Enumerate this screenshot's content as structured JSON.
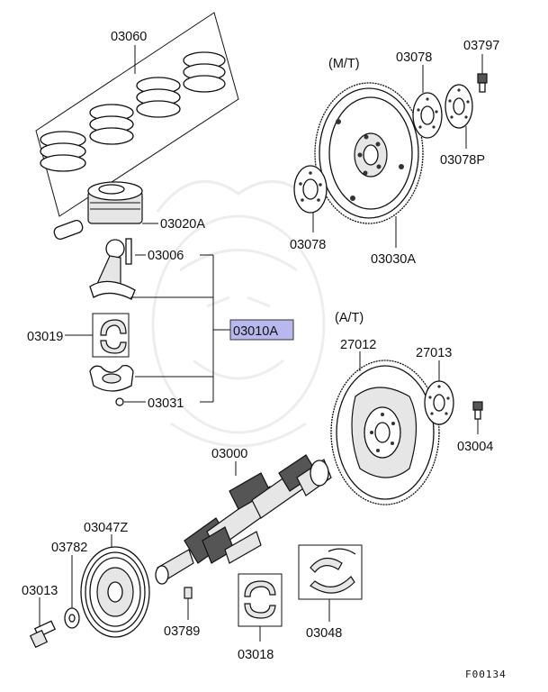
{
  "diagram": {
    "labels": {
      "p03060": "03060",
      "p03020a": "03020A",
      "p03006": "03006",
      "p03019": "03019",
      "p03010a": "03010A",
      "p03031": "03031",
      "p03000": "03000",
      "p03047z": "03047Z",
      "p03782": "03782",
      "p03013": "03013",
      "p03789": "03789",
      "p03018": "03018",
      "p03048": "03048",
      "mt": "(M/T)",
      "p03078_top": "03078",
      "p03797": "03797",
      "p03078p": "03078P",
      "p03078_left": "03078",
      "p03030a": "03030A",
      "at": "(A/T)",
      "p27012": "27012",
      "p27013": "27013",
      "p03004": "03004",
      "figure_code": "F00134"
    },
    "highlight_color": "#b8b8ee"
  }
}
